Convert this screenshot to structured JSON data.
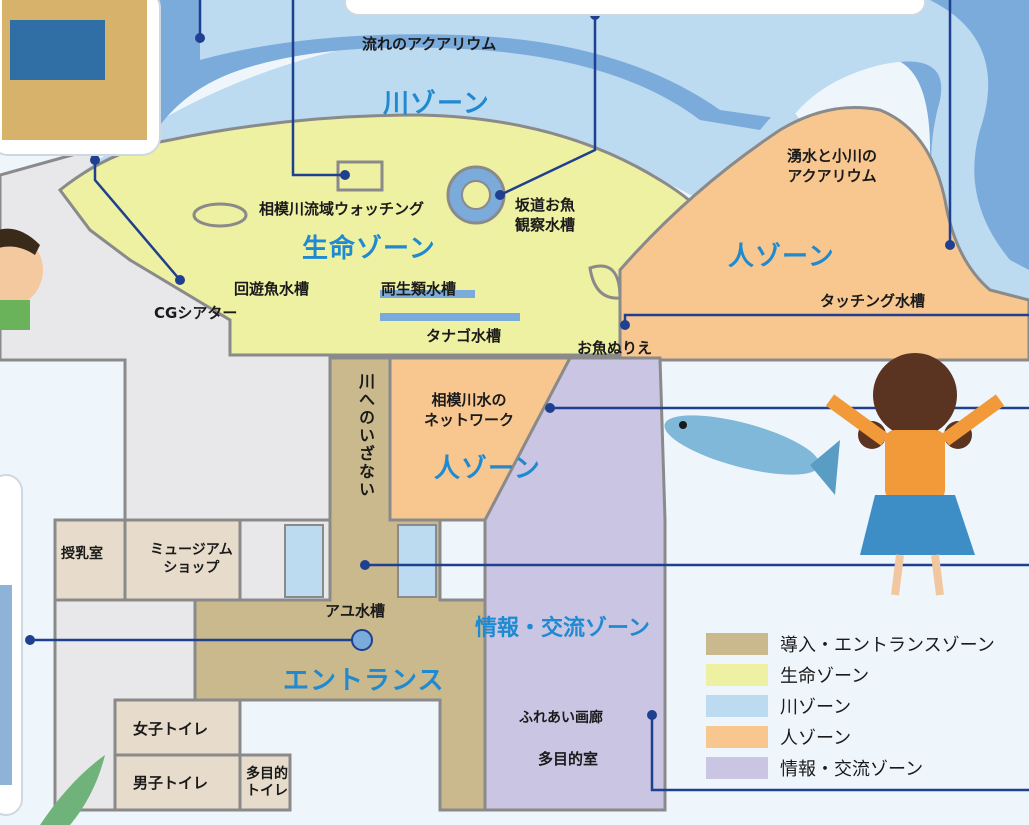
{
  "rooms": {
    "flow_aquarium": "流れのアクアリウム",
    "sagami_watching": "相模川流域ウォッチング",
    "sakamichi": "坂道お魚\n観察水槽",
    "yusui": "湧水と小川の\nアクアリウム",
    "kaiyu": "回遊魚水槽",
    "ryosei": "両生類水槽",
    "cg_theater": "CGシアター",
    "tanago": "タナゴ水槽",
    "touching": "タッチング水槽",
    "osakana_nurie": "お魚ぬりえ",
    "sagami_network": "相模川水の\nネットワーク",
    "kawa_izanai": "川へのいざない",
    "junyu": "授乳室",
    "museum_shop": "ミュージアム\nショップ",
    "ayu_tank": "アユ水槽",
    "fureai": "ふれあい画廊",
    "tamokuteki": "多目的室",
    "women_toilet": "女子トイレ",
    "men_toilet": "男子トイレ",
    "multi_toilet": "多目的\nトイレ"
  },
  "zones": {
    "river": "川ゾーン",
    "life": "生命ゾーン",
    "people_top": "人ゾーン",
    "people_mid": "人ゾーン",
    "info": "情報・交流ゾーン",
    "entrance": "エントランス"
  },
  "legend": [
    {
      "label": "導入・エントランスゾーン",
      "color": "#c9b98d"
    },
    {
      "label": "生命ゾーン",
      "color": "#eef0a2"
    },
    {
      "label": "川ゾーン",
      "color": "#bcdaf0"
    },
    {
      "label": "人ゾーン",
      "color": "#f8c790"
    },
    {
      "label": "情報・交流ゾーン",
      "color": "#c9c5e3"
    }
  ],
  "colors": {
    "river_water": "#7aabdb",
    "entrance": "#c9b98d",
    "life": "#eef0a2",
    "river_zone": "#bcdaf0",
    "people": "#f8c790",
    "info": "#c9c5e3",
    "service": "#e7dccb",
    "gray": "#e8e8ea",
    "wall": "#8a8a8a",
    "leader": "#1f3f8f"
  }
}
